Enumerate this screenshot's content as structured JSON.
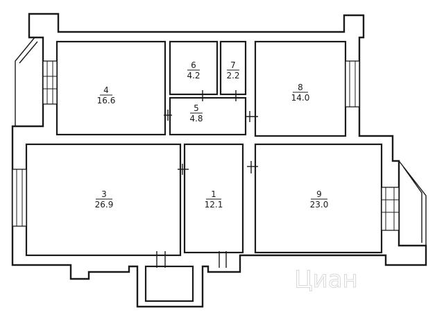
{
  "rooms": [
    {
      "id": "1",
      "number": "1",
      "area": "12.1"
    },
    {
      "id": "3",
      "number": "3",
      "area": "26.9"
    },
    {
      "id": "4",
      "number": "4",
      "area": "16.6"
    },
    {
      "id": "5",
      "number": "5",
      "area": "4.8"
    },
    {
      "id": "6",
      "number": "6",
      "area": "4.2"
    },
    {
      "id": "7",
      "number": "7",
      "area": "2.2"
    },
    {
      "id": "8",
      "number": "8",
      "area": "14.0"
    },
    {
      "id": "9",
      "number": "9",
      "area": "23.0"
    }
  ],
  "watermark": "Циан"
}
